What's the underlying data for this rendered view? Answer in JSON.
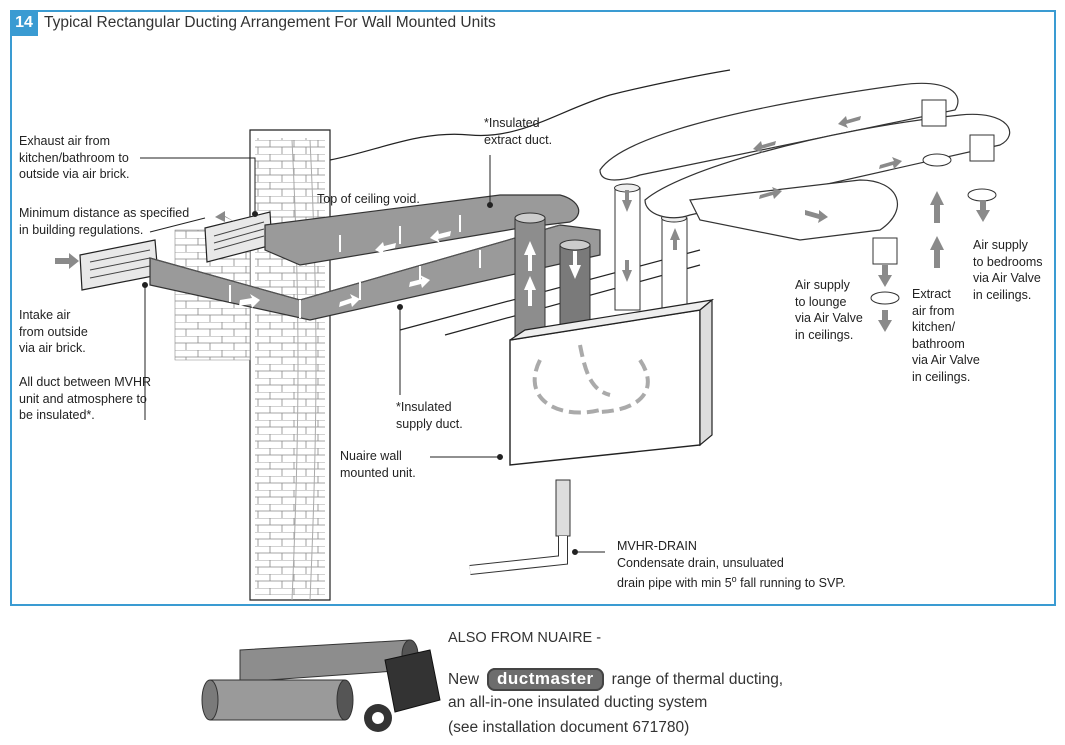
{
  "figure": {
    "number": "14",
    "title": "Typical Rectangular Ducting Arrangement For Wall Mounted Units"
  },
  "labels": {
    "exhaust_air": [
      "Exhaust air from",
      "kitchen/bathroom to",
      "outside via air brick."
    ],
    "minimum_distance": [
      "Minimum distance as specified",
      "in building regulations."
    ],
    "intake_air": [
      "Intake air",
      "from outside",
      "via air brick."
    ],
    "all_duct": [
      "All duct between MVHR",
      "unit and atmosphere to",
      "be insulated*."
    ],
    "top_ceiling_void": "Top of ceiling void.",
    "insulated_extract": [
      "*Insulated",
      "extract duct."
    ],
    "insulated_supply": [
      "*Insulated",
      "supply duct."
    ],
    "nuaire_unit": [
      "Nuaire wall",
      "mounted unit."
    ],
    "mvhr_drain_title": "MVHR-DRAIN",
    "mvhr_drain_line1": "Condensate drain, unsuluated",
    "mvhr_drain_line2_pre": "drain pipe with min 5",
    "mvhr_drain_degree": "o",
    "mvhr_drain_line2_post": " fall running to SVP.",
    "air_supply_lounge": [
      "Air supply",
      "to lounge",
      "via Air Valve",
      "in ceilings."
    ],
    "extract_kitchen": [
      "Extract",
      "air from",
      "kitchen/",
      "bathroom",
      "via Air Valve",
      "in ceilings."
    ],
    "air_supply_bedrooms": [
      "Air supply",
      "to bedrooms",
      "via Air Valve",
      "in ceilings."
    ]
  },
  "promo": {
    "also_from": "ALSO FROM NUAIRE -",
    "new": "New",
    "brand": "ductmaster",
    "after_brand": "range of thermal ducting,",
    "line2": "an all-in-one insulated ducting system",
    "line3": "(see installation document 671780)"
  },
  "colors": {
    "frame": "#3a9bd2",
    "duct": "#9a9a9a",
    "duct_dark": "#7a7a7a",
    "arrow": "#ffffff",
    "arrow_grey": "#8a8a8a"
  }
}
